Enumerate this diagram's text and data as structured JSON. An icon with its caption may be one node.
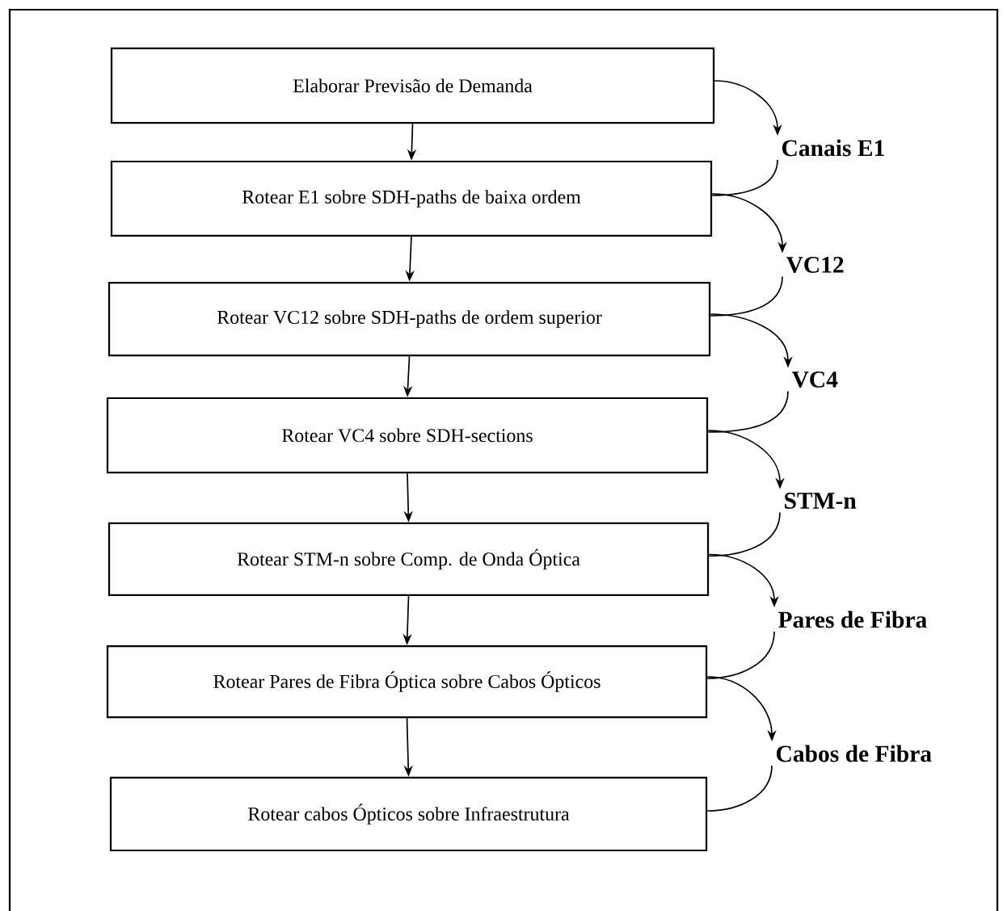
{
  "diagram": {
    "nodes": [
      {
        "text": [
          "Elaborar Previsão de Demanda"
        ]
      },
      {
        "text": [
          "Rotear E1 sobre SDH-paths de baixa ordem"
        ]
      },
      {
        "text": [
          "Rotear VC12 sobre SDH-paths de ordem superior"
        ]
      },
      {
        "text": [
          "Rotear VC4 sobre SDH-sections"
        ]
      },
      {
        "text": [
          "Rotear STM-n sobre Comp. de Onda Óptica"
        ]
      },
      {
        "text": [
          "Rotear Pares de Fibra Óptica sobre Cabos Ópticos"
        ]
      },
      {
        "text": [
          "Rotear cabos Ópticos sobre Infraestrutura"
        ]
      },
      {
        "text": [
          "Canais E1"
        ]
      },
      {
        "text": [
          "VC12"
        ]
      },
      {
        "text": [
          "VC4"
        ]
      },
      {
        "text": [
          "STM-n"
        ]
      },
      {
        "text": [
          "Pares de Fibra"
        ]
      },
      {
        "text": [
          "Cabos de Fibra"
        ]
      }
    ],
    "edges": [
      {
        "from": 0,
        "to": 1,
        "arrow": "to"
      },
      {
        "from": 1,
        "to": 2,
        "arrow": "to"
      },
      {
        "from": 2,
        "to": 3,
        "arrow": "to"
      },
      {
        "from": 3,
        "to": 4,
        "arrow": "to"
      },
      {
        "from": 4,
        "to": 5,
        "arrow": "to"
      },
      {
        "from": 5,
        "to": 6,
        "arrow": "to"
      },
      {
        "from": 0,
        "to": 7,
        "arrow": "to"
      },
      {
        "from": 7,
        "to": 1,
        "arrow": "none"
      },
      {
        "from": 1,
        "to": 8,
        "arrow": "to"
      },
      {
        "from": 8,
        "to": 2,
        "arrow": "none"
      },
      {
        "from": 2,
        "to": 9,
        "arrow": "to"
      },
      {
        "from": 9,
        "to": 3,
        "arrow": "none"
      },
      {
        "from": 3,
        "to": 10,
        "arrow": "to"
      },
      {
        "from": 10,
        "to": 4,
        "arrow": "none"
      },
      {
        "from": 4,
        "to": 11,
        "arrow": "to"
      },
      {
        "from": 11,
        "to": 5,
        "arrow": "none"
      },
      {
        "from": 5,
        "to": 12,
        "arrow": "to"
      },
      {
        "from": 12,
        "to": 6,
        "arrow": "none"
      }
    ]
  }
}
